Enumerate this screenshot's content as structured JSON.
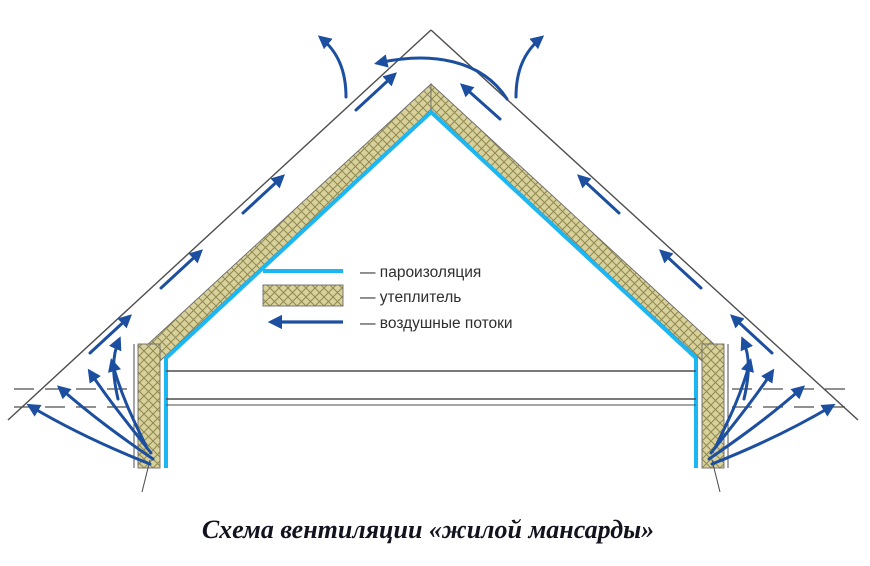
{
  "diagram": {
    "caption": "Схема вентиляции «жилой мансарды»",
    "legend": {
      "items": [
        {
          "id": "vapor-barrier",
          "swatch": "cyan-line-swatch",
          "label": "—  пароизоляция"
        },
        {
          "id": "insulation",
          "swatch": "crosshatch-swatch",
          "label": "—  утеплитель"
        },
        {
          "id": "airflow",
          "swatch": "left-arrow-swatch",
          "label": "—  воздушные потоки"
        }
      ]
    },
    "colors": {
      "vapor_barrier": "#1cb6f2",
      "insulation_fill": "#d9d19c",
      "insulation_hatch": "#8f884f",
      "insulation_border": "#6b6b6b",
      "airflow": "#1d4fa0",
      "outline": "#4d4d4d",
      "legend_text": "#2e2e2e",
      "caption_text": "#13131f"
    }
  }
}
